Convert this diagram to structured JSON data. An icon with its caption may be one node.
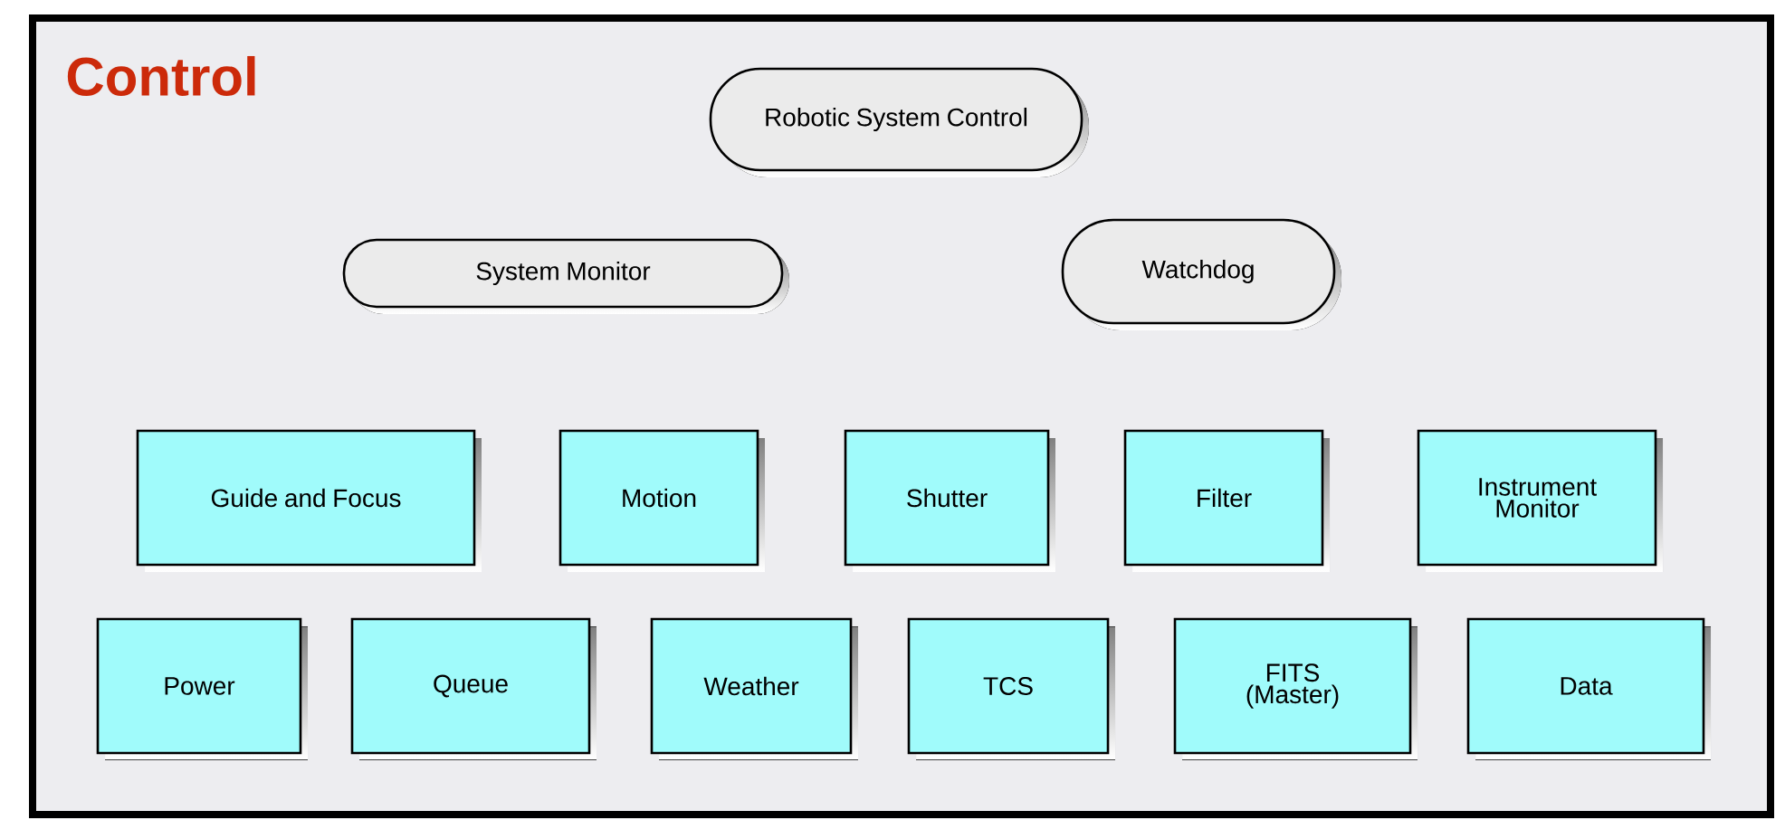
{
  "diagram": {
    "nodes": [
      {
        "text": [
          "Control"
        ]
      },
      {
        "text": [
          "Robotic System Control"
        ],
        "in": 0
      },
      {
        "text": [
          "System Monitor"
        ],
        "in": 0
      },
      {
        "text": [
          "Watchdog"
        ],
        "in": 0
      },
      {
        "text": [
          "Guide and Focus"
        ],
        "in": 0
      },
      {
        "text": [
          "Motion"
        ],
        "in": 0
      },
      {
        "text": [
          "Shutter"
        ],
        "in": 0
      },
      {
        "text": [
          "Filter"
        ],
        "in": 0
      },
      {
        "text": [
          "Instrument Monitor"
        ],
        "in": 0
      },
      {
        "text": [
          "Power"
        ],
        "in": 0
      },
      {
        "text": [
          "Queue"
        ],
        "in": 0
      },
      {
        "text": [
          "Weather"
        ],
        "in": 0
      },
      {
        "text": [
          "TCS"
        ],
        "in": 0
      },
      {
        "text": [
          "FITS (Master)"
        ],
        "in": 0
      },
      {
        "text": [
          "Data"
        ],
        "in": 0
      }
    ]
  }
}
